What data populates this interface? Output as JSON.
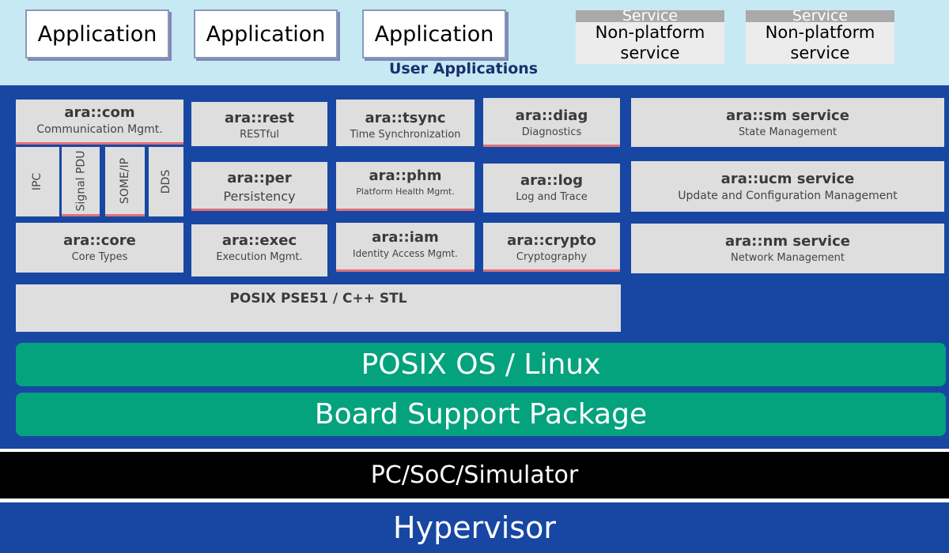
{
  "user_apps": {
    "apps": [
      "Application",
      "Application",
      "Application"
    ],
    "services": [
      {
        "label": "Service",
        "text1": "Non-platform",
        "text2": "service"
      },
      {
        "label": "Service",
        "text1": "Non-platform",
        "text2": "service"
      }
    ],
    "caption": "User Applications"
  },
  "ara": {
    "com": {
      "title": "ara::com",
      "subtitle": "Communication Mgmt.",
      "protocols": [
        "IPC",
        "Signal PDU",
        "SOME/IP",
        "DDS"
      ]
    },
    "core": {
      "title": "ara::core",
      "subtitle": "Core Types"
    },
    "rest": {
      "title": "ara::rest",
      "subtitle": "RESTful"
    },
    "per": {
      "title": "ara::per",
      "subtitle": "Persistency"
    },
    "exec": {
      "title": "ara::exec",
      "subtitle": "Execution Mgmt."
    },
    "tsync": {
      "title": "ara::tsync",
      "subtitle": "Time Synchronization"
    },
    "phm": {
      "title": "ara::phm",
      "subtitle": "Platform  Health Mgmt."
    },
    "iam": {
      "title": "ara::iam",
      "subtitle": "Identity  Access Mgmt."
    },
    "diag": {
      "title": "ara::diag",
      "subtitle": "Diagnostics"
    },
    "log": {
      "title": "ara::log",
      "subtitle": "Log and Trace"
    },
    "crypto": {
      "title": "ara::crypto",
      "subtitle": "Cryptography"
    },
    "sm": {
      "title": "ara::sm service",
      "subtitle": "State Management"
    },
    "ucm": {
      "title": "ara::ucm service",
      "subtitle": "Update and Configuration Management"
    },
    "nm": {
      "title": "ara::nm service",
      "subtitle": "Network Management"
    },
    "posix": {
      "title": "POSIX PSE51 / C++ STL"
    }
  },
  "layers": {
    "os": "POSIX OS / Linux",
    "bsp": "Board Support Package",
    "hardware": "PC/SoC/Simulator",
    "hypervisor": "Hypervisor"
  },
  "colors": {
    "platform_bg": "#1747a3",
    "user_bg": "#c7e9f3",
    "green": "#05a27e",
    "module_bg": "#dedede",
    "accent_red": "#e0707a"
  }
}
